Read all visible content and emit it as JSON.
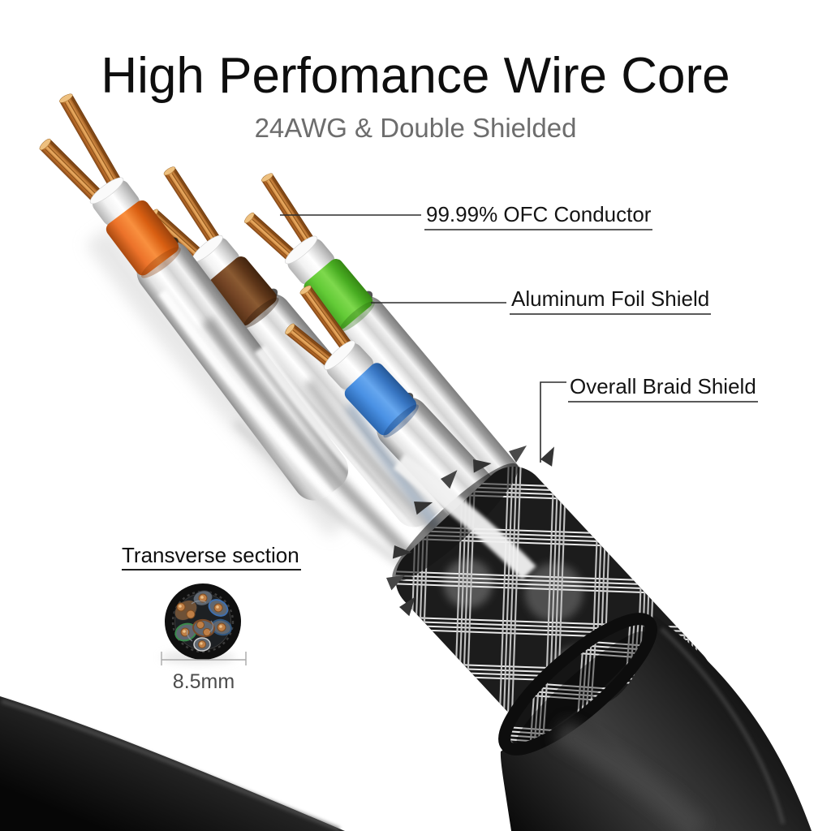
{
  "header": {
    "title": "High Perfomance Wire Core",
    "subtitle": "24AWG & Double Shielded"
  },
  "callouts": {
    "conductor": "99.99% OFC Conductor",
    "foil": "Aluminum Foil Shield",
    "braid": "Overall Braid Shield"
  },
  "cross_section": {
    "title": "Transverse section",
    "diameter": "8.5mm"
  },
  "colors": {
    "title_text": "#0e0e0e",
    "subtitle_text": "#6d6d6d",
    "label_text": "#141414",
    "wire_orange": "#ee7226",
    "wire_brown": "#74441f",
    "wire_green": "#58c52e",
    "wire_blue": "#418fe0",
    "copper": "#c07a35",
    "foil_silver": "#e6e6e6",
    "jacket_black": "#181818"
  }
}
